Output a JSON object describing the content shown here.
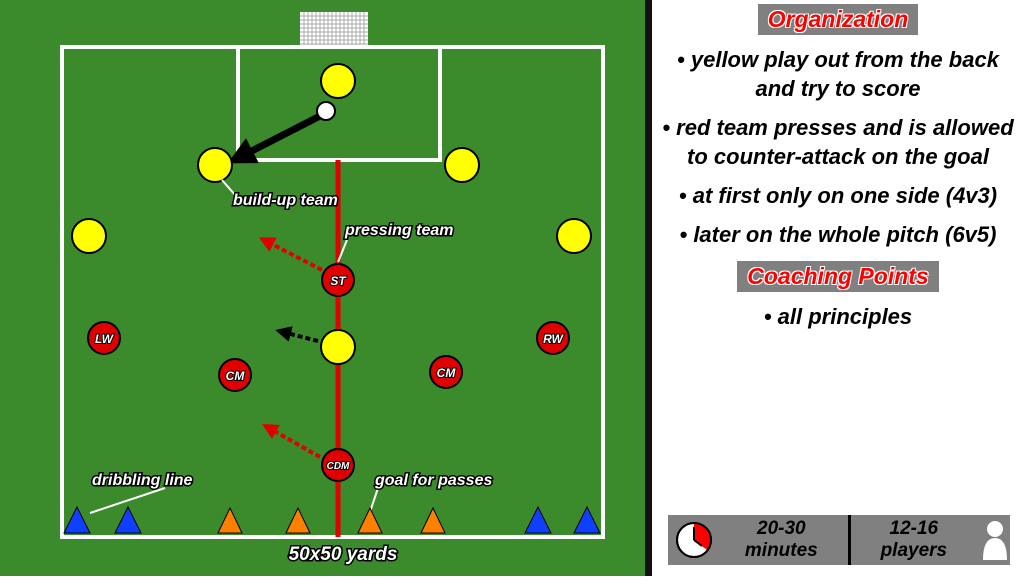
{
  "pitch": {
    "labels": {
      "build_up": "build-up team",
      "pressing": "pressing team",
      "dribbling": "dribbling line",
      "goal_passes": "goal for passes",
      "size": "50x50 yards"
    },
    "red_players": [
      "ST",
      "LW",
      "RW",
      "CM",
      "CM",
      "CDM"
    ],
    "colors": {
      "grass": "#3b8a2c",
      "yellow": "#ffff00",
      "red": "#e00000",
      "blue": "#1040ff",
      "orange": "#ff8000"
    }
  },
  "panel": {
    "organization_title": "Organization",
    "bullets": [
      "• yellow play out from the back and try to score",
      "• red team presses and is allowed to counter-attack on the goal",
      "• at first only on one side (4v3)",
      "• later on the whole pitch (6v5)"
    ],
    "coaching_title": "Coaching Points",
    "coaching_bullets": [
      "• all principles"
    ],
    "footer": {
      "duration": "20-30 minutes",
      "players": "12-16 players",
      "clock_icon": "clock-icon",
      "person_icon": "person-icon"
    }
  }
}
